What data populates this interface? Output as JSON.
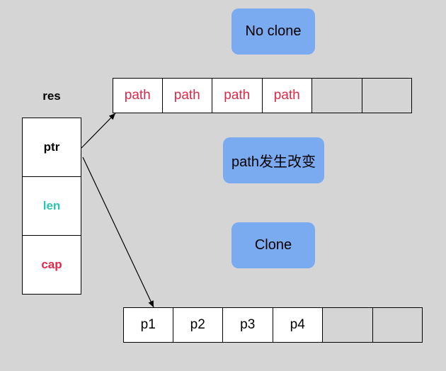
{
  "struct": {
    "title": "res",
    "fields": [
      {
        "label": "ptr",
        "color": "#000000"
      },
      {
        "label": "len",
        "color": "#2fc4b6"
      },
      {
        "label": "cap",
        "color": "#e0294a"
      }
    ]
  },
  "top_array": {
    "cells": [
      "path",
      "path",
      "path",
      "path",
      "",
      ""
    ],
    "color": "#e0294a"
  },
  "bottom_array": {
    "cells": [
      "p1",
      "p2",
      "p3",
      "p4",
      "",
      ""
    ],
    "color": "#000000"
  },
  "badges": {
    "no_clone": "No clone",
    "path_changed": "path发生改变",
    "clone": "Clone"
  }
}
